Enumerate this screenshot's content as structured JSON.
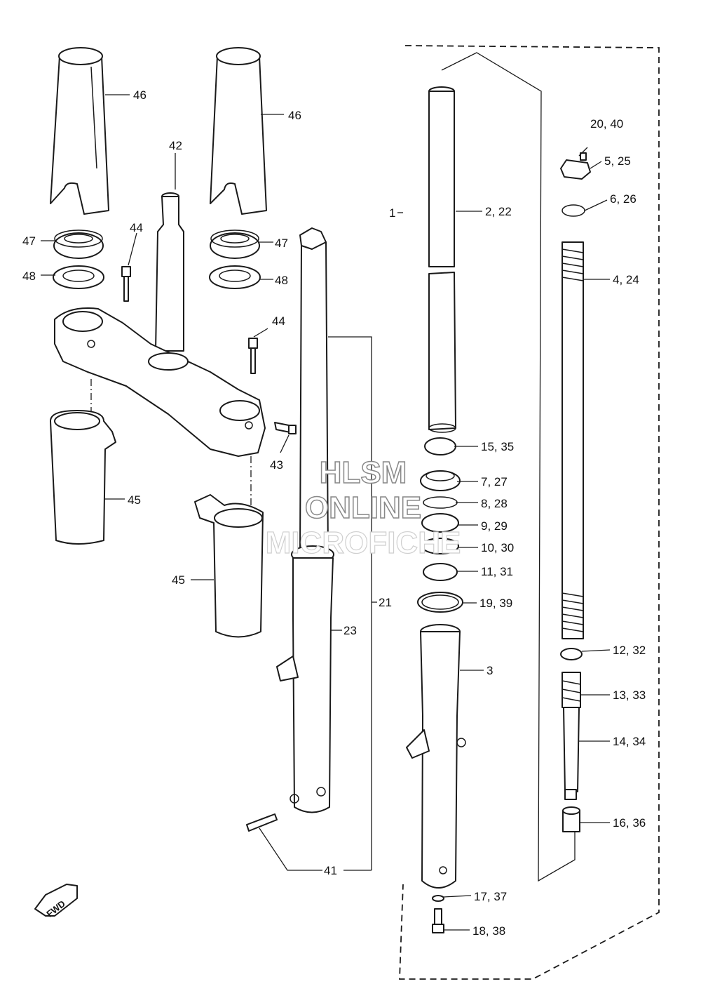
{
  "watermark": {
    "line1": "HLSM",
    "line2": "ONLINE",
    "line3": "MICROFICHE"
  },
  "fwd_label": "FWD",
  "callouts": {
    "c1": "1",
    "c2": "2, 22",
    "c3": "3",
    "c4": "4, 24",
    "c5": "5, 25",
    "c6": "6, 26",
    "c7": "7, 27",
    "c8": "8, 28",
    "c9": "9, 29",
    "c10": "10, 30",
    "c11": "11, 31",
    "c12": "12, 32",
    "c13": "13, 33",
    "c14": "14, 34",
    "c15": "15, 35",
    "c16": "16, 36",
    "c17": "17, 37",
    "c18": "18, 38",
    "c19": "19, 39",
    "c20": "20, 40",
    "c21": "21",
    "c23": "23",
    "c41": "41",
    "c42": "42",
    "c43": "43",
    "c44a": "44",
    "c44b": "44",
    "c45a": "45",
    "c45b": "45",
    "c46a": "46",
    "c46b": "46",
    "c47a": "47",
    "c47b": "47",
    "c48a": "48",
    "c48b": "48"
  }
}
